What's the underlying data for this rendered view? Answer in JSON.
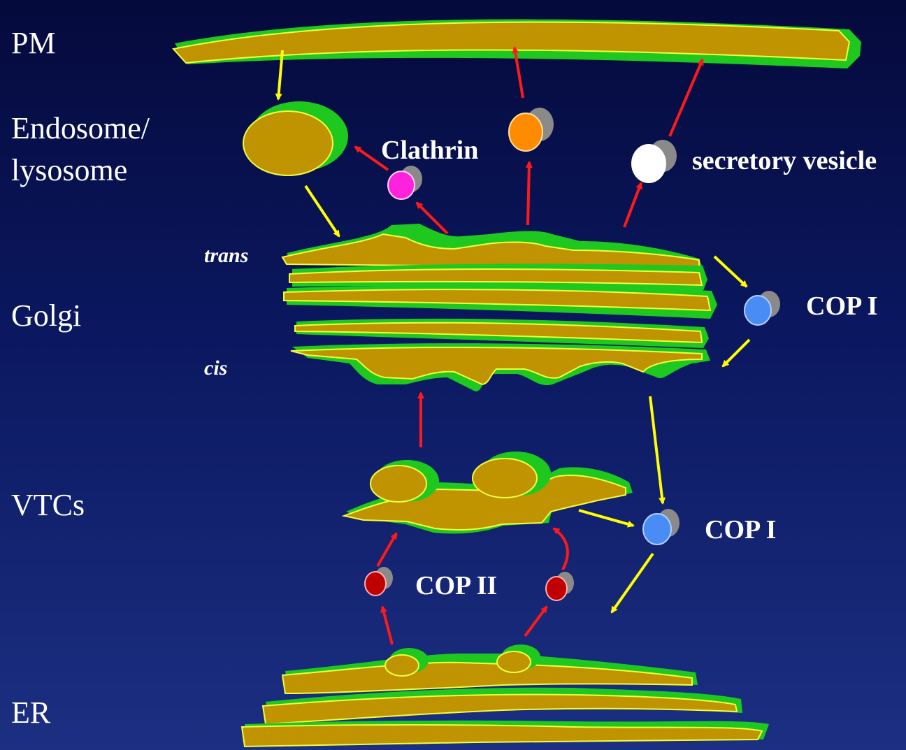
{
  "organelles": {
    "pm": "PM",
    "endosome_line1": "Endosome/",
    "endosome_line2": "lysosome",
    "golgi": "Golgi",
    "vtcs": "VTCs",
    "er": "ER"
  },
  "golgi_sides": {
    "trans": "trans",
    "cis": "cis"
  },
  "vesicles": {
    "clathrin": "Clathrin",
    "secretory": "secretory vesicle",
    "cop1_golgi": "COP I",
    "cop1_vtc": "COP I",
    "cop2": "COP II"
  },
  "colors": {
    "background_top": "#050a3c",
    "membrane_lumen": "#bf9400",
    "membrane_edge": "#1ec81e",
    "arrow_retrograde": "#ffff00",
    "arrow_anterograde": "#ff1a1a",
    "vesicle_clathrin": "#ff22dd",
    "vesicle_orange": "#ff8c00",
    "vesicle_secretory": "#ffffff",
    "vesicle_cop1": "#4a8cf5",
    "vesicle_cop2": "#c00000"
  }
}
